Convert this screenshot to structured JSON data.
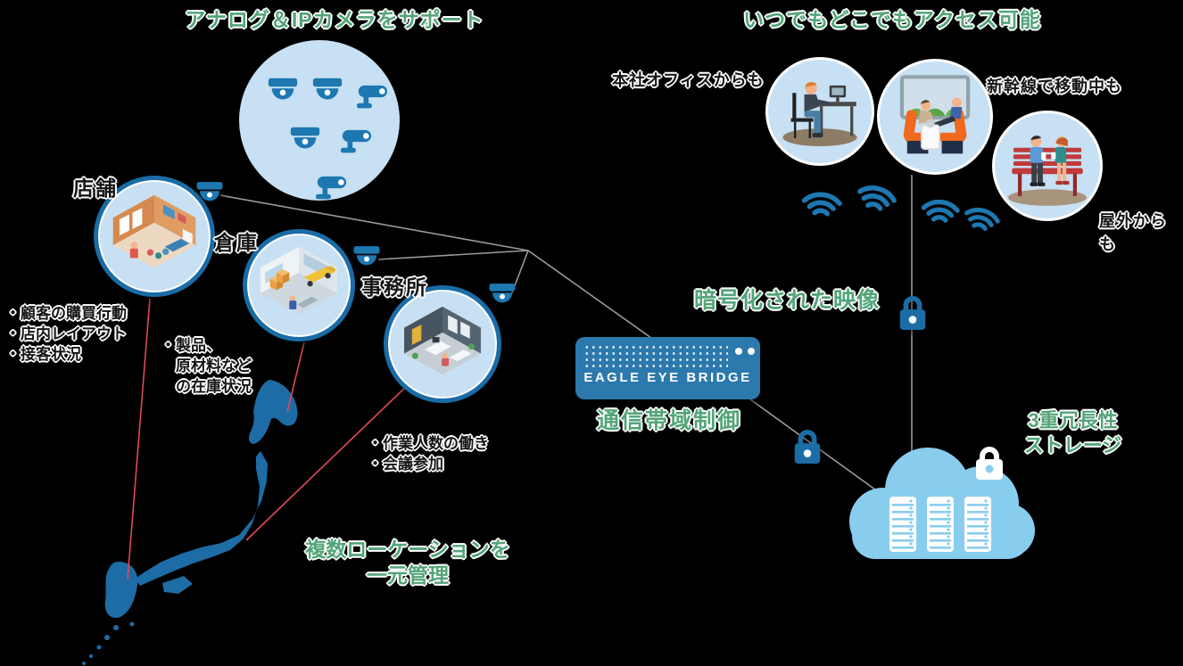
{
  "titles": {
    "analog_ip": "アナログ＆IPカメラをサポート",
    "access": "いつでもどこでもアクセス可能"
  },
  "locations": {
    "store": {
      "label": "店舗",
      "bullets": [
        "・顧客の購買行動",
        "・店内レイアウト",
        "・接客状況"
      ]
    },
    "warehouse": {
      "label": "倉庫",
      "bullets": [
        "・製品、",
        "原材料など",
        "の在庫状況"
      ]
    },
    "office": {
      "label": "事務所",
      "bullets": [
        "・作業人数の働き",
        "・会議参加"
      ]
    }
  },
  "access_points": {
    "head_office": "本社オフィスからも",
    "shinkansen": "新幹線で移動中も",
    "outdoor": "屋外からも"
  },
  "bridge": {
    "device_label": "EAGLE EYE BRIDGE",
    "caption": "通信帯域制御"
  },
  "annotations": {
    "encrypted_video": "暗号化された映像",
    "storage": [
      "3重冗長性",
      "ストレージ"
    ],
    "multi_location": [
      "複数ローケーションを",
      "一元管理"
    ]
  },
  "icons": {
    "dome_camera": "dome-camera-icon",
    "bullet_camera": "bullet-camera-icon",
    "wifi": "wifi-icon",
    "lock": "lock-icon",
    "cloud": "cloud-storage-icon"
  },
  "colors": {
    "green_heading": "#53a578",
    "camera_blue": "#1d78b2",
    "map_blue": "#1e6ca5",
    "bridge_blue": "#2c79ad",
    "cloud_blue": "#88cdee",
    "lock_blue": "#1c6da6",
    "line_red": "#e0485a",
    "line_gray": "#9b9b9b",
    "circle_fill": "#c8e0f3"
  }
}
